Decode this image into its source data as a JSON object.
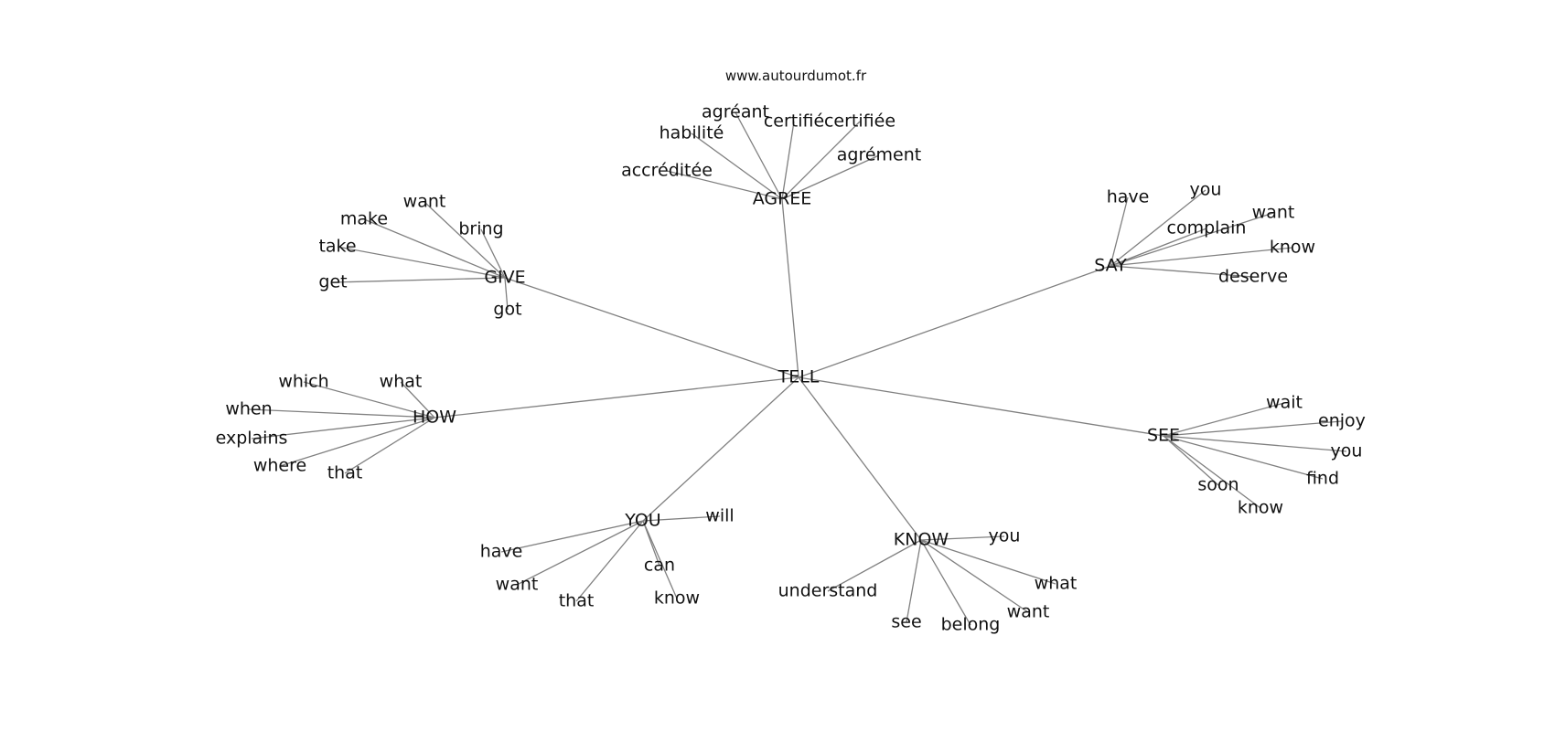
{
  "site": "www.autourdumot.fr",
  "graph": {
    "root": "TELL",
    "clusters": [
      {
        "id": "agree",
        "label": "AGREE",
        "leaves": [
          "agréant",
          "habilité",
          "certifié",
          "certifiée",
          "accréditée",
          "agrément"
        ]
      },
      {
        "id": "give",
        "label": "GIVE",
        "leaves": [
          "want",
          "make",
          "bring",
          "take",
          "get",
          "got"
        ]
      },
      {
        "id": "say",
        "label": "SAY",
        "leaves": [
          "have",
          "you",
          "complain",
          "want",
          "know",
          "deserve"
        ]
      },
      {
        "id": "how",
        "label": "HOW",
        "leaves": [
          "which",
          "what",
          "when",
          "explains",
          "where",
          "that"
        ]
      },
      {
        "id": "see",
        "label": "SEE",
        "leaves": [
          "wait",
          "enjoy",
          "you",
          "find",
          "soon",
          "know"
        ]
      },
      {
        "id": "you",
        "label": "YOU",
        "leaves": [
          "will",
          "have",
          "want",
          "can",
          "that",
          "know"
        ]
      },
      {
        "id": "know",
        "label": "KNOW",
        "leaves": [
          "you",
          "what",
          "understand",
          "want",
          "see",
          "belong"
        ]
      }
    ]
  }
}
